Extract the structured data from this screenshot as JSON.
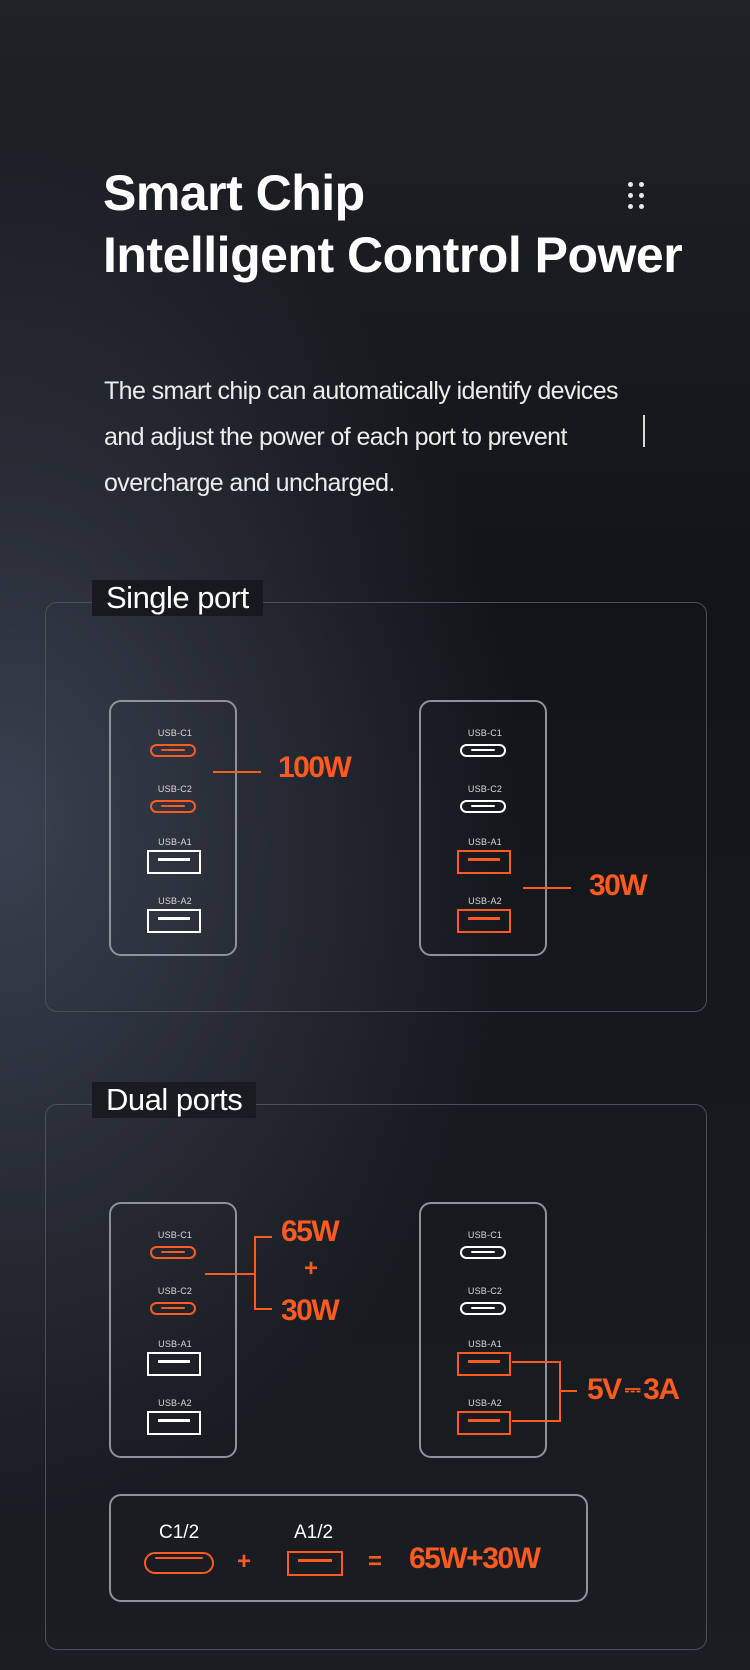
{
  "heading": {
    "line1": "Smart Chip",
    "line2": "Intelligent Control Power"
  },
  "menu_icon": "dots-menu-icon",
  "description": "The smart chip can automatically identify devices and adjust the power of each port to prevent overcharge and uncharged.",
  "colors": {
    "accent": "#ff5a1f",
    "background": "#15181d",
    "border": "#4a4f58"
  },
  "single_port": {
    "title": "Single port",
    "left": {
      "ports": [
        "USB-C1",
        "USB-C2",
        "USB-A1",
        "USB-A2"
      ],
      "active": [
        "USB-C1",
        "USB-C2"
      ],
      "power": "100W"
    },
    "right": {
      "ports": [
        "USB-C1",
        "USB-C2",
        "USB-A1",
        "USB-A2"
      ],
      "active": [
        "USB-A1",
        "USB-A2"
      ],
      "power": "30W"
    }
  },
  "dual_ports": {
    "title": "Dual ports",
    "left": {
      "ports": [
        "USB-C1",
        "USB-C2",
        "USB-A1",
        "USB-A2"
      ],
      "active": [
        "USB-C1",
        "USB-C2"
      ],
      "power_top": "65W",
      "plus": "+",
      "power_bottom": "30W"
    },
    "right": {
      "ports": [
        "USB-C1",
        "USB-C2",
        "USB-A1",
        "USB-A2"
      ],
      "active": [
        "USB-A1",
        "USB-A2"
      ],
      "power_v": "5V",
      "dc_symbol": "⎓",
      "power_a": "3A"
    },
    "combo": {
      "label_c": "C1/2",
      "plus": "+",
      "label_a": "A1/2",
      "equals": "=",
      "result": "65W+30W"
    }
  }
}
